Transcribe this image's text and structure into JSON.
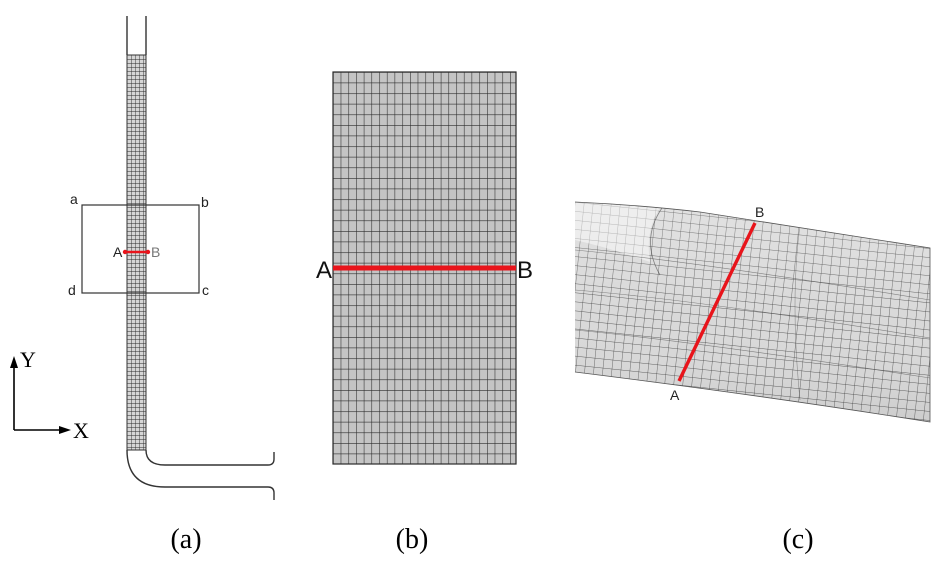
{
  "panel_a": {
    "caption": "(a)",
    "box_labels": {
      "a": "a",
      "b": "b",
      "c": "c",
      "d": "d"
    },
    "line_labels": {
      "A": "A",
      "B": "B"
    },
    "axis_labels": {
      "y": "Y",
      "x": "X"
    }
  },
  "panel_b": {
    "caption": "(b)",
    "line_labels": {
      "A": "A",
      "B": "B"
    }
  },
  "panel_c": {
    "caption": "(c)",
    "line_labels": {
      "A": "A",
      "B": "B"
    }
  },
  "colors": {
    "mesh_fill": "#c8c8c8",
    "mesh_line": "#2b2b2b",
    "section_line": "#e8141b",
    "outline": "#333333"
  }
}
